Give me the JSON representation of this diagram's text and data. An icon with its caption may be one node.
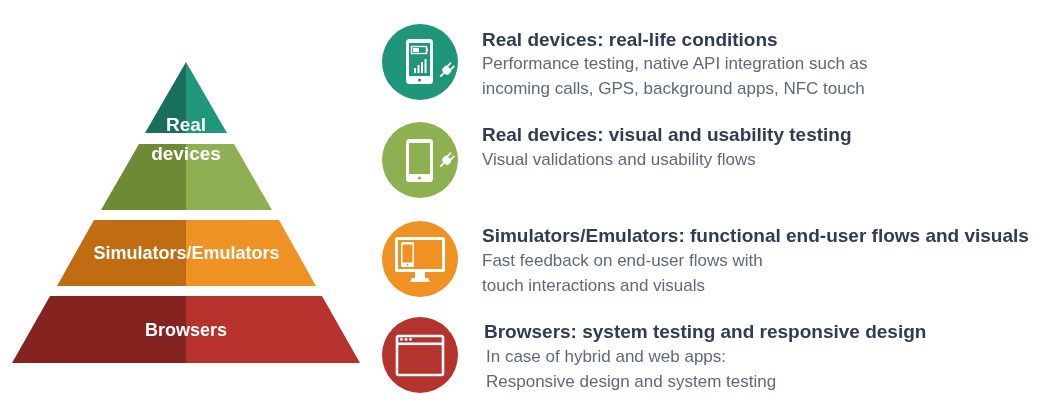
{
  "diagram": {
    "nodes": [
      {
        "text": [],
        "shape": "triangle"
      },
      {
        "text": [],
        "shape": "trapezoid"
      },
      {
        "text": [
          "Simulators/Emulators"
        ]
      },
      {
        "text": [
          "Browsers"
        ]
      }
    ],
    "labels": [
      "Real devices",
      "Real devices: real-life conditions",
      "Performance testing, native API integration such as incoming calls, GPS, background apps, NFC touch",
      "Real devices: visual and usability testing",
      "Visual validations and usability flows",
      "Simulators/Emulators: functional end-user flows and visuals",
      "Fast feedback on end-user flows with touch interactions and visuals",
      "Browsers: system testing and responsive design",
      "In case of hybrid and web apps: Responsive design and system testing"
    ]
  }
}
